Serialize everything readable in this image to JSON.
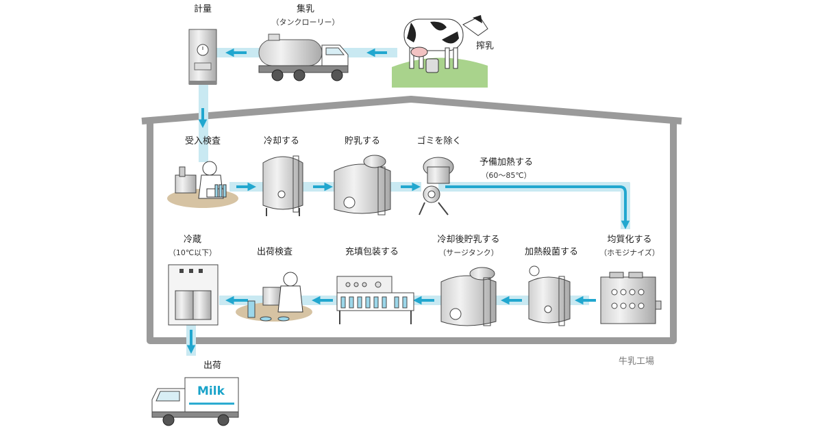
{
  "top": {
    "weigh": "計量",
    "collect": "集乳",
    "collect_sub": "（タンクローリー）",
    "milking": "搾乳"
  },
  "steps_row1": {
    "inspect": "受入検査",
    "cool": "冷却する",
    "store": "貯乳する",
    "clean": "ゴミを除く",
    "preheat": "予備加熱する",
    "preheat_sub": "（60～85℃）"
  },
  "steps_row2": {
    "homogenize": "均質化する",
    "homogenize_sub": "（ホモジナイズ）",
    "sterilize": "加熱殺菌する",
    "surge": "冷却後貯乳する",
    "surge_sub": "（サージタンク）",
    "fill": "充填包装する",
    "ship_inspect": "出荷検査",
    "refrigerate": "冷蔵",
    "refrigerate_sub": "（10℃以下）"
  },
  "bottom": {
    "ship": "出荷",
    "truck_label": "Milk"
  },
  "factory_label": "牛乳工場",
  "colors": {
    "flow": "#c9e9f2",
    "arrow": "#21a7cf",
    "house": "#9a9a9a",
    "machine": "#b9b9b9",
    "ground": "#a9d38c"
  }
}
